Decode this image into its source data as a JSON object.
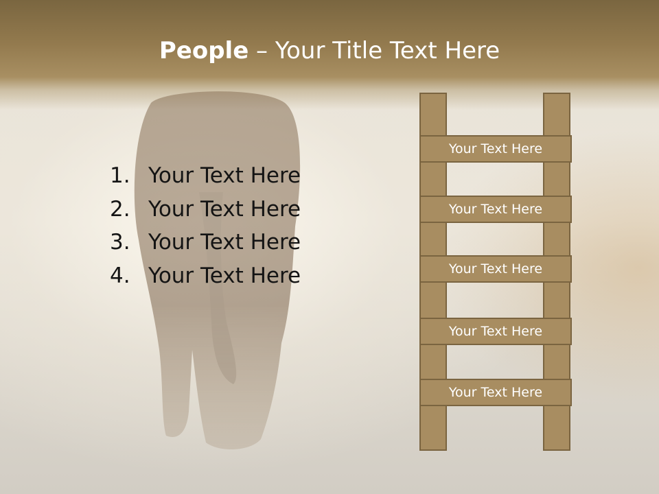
{
  "title": {
    "strong": "People",
    "rest": " – Your Title Text Here"
  },
  "list": [
    {
      "num": "1.",
      "text": "Your Text Here"
    },
    {
      "num": "2.",
      "text": "Your Text Here"
    },
    {
      "num": "3.",
      "text": "Your Text Here"
    },
    {
      "num": "4.",
      "text": "Your Text Here"
    }
  ],
  "ladder": {
    "rungs": [
      "Your Text Here",
      "Your Text Here",
      "Your Text Here",
      "Your Text Here",
      "Your Text Here"
    ]
  },
  "colors": {
    "title_band": "#937a4e",
    "ladder_fill": "#a88d61",
    "ladder_border": "#7a6440"
  }
}
